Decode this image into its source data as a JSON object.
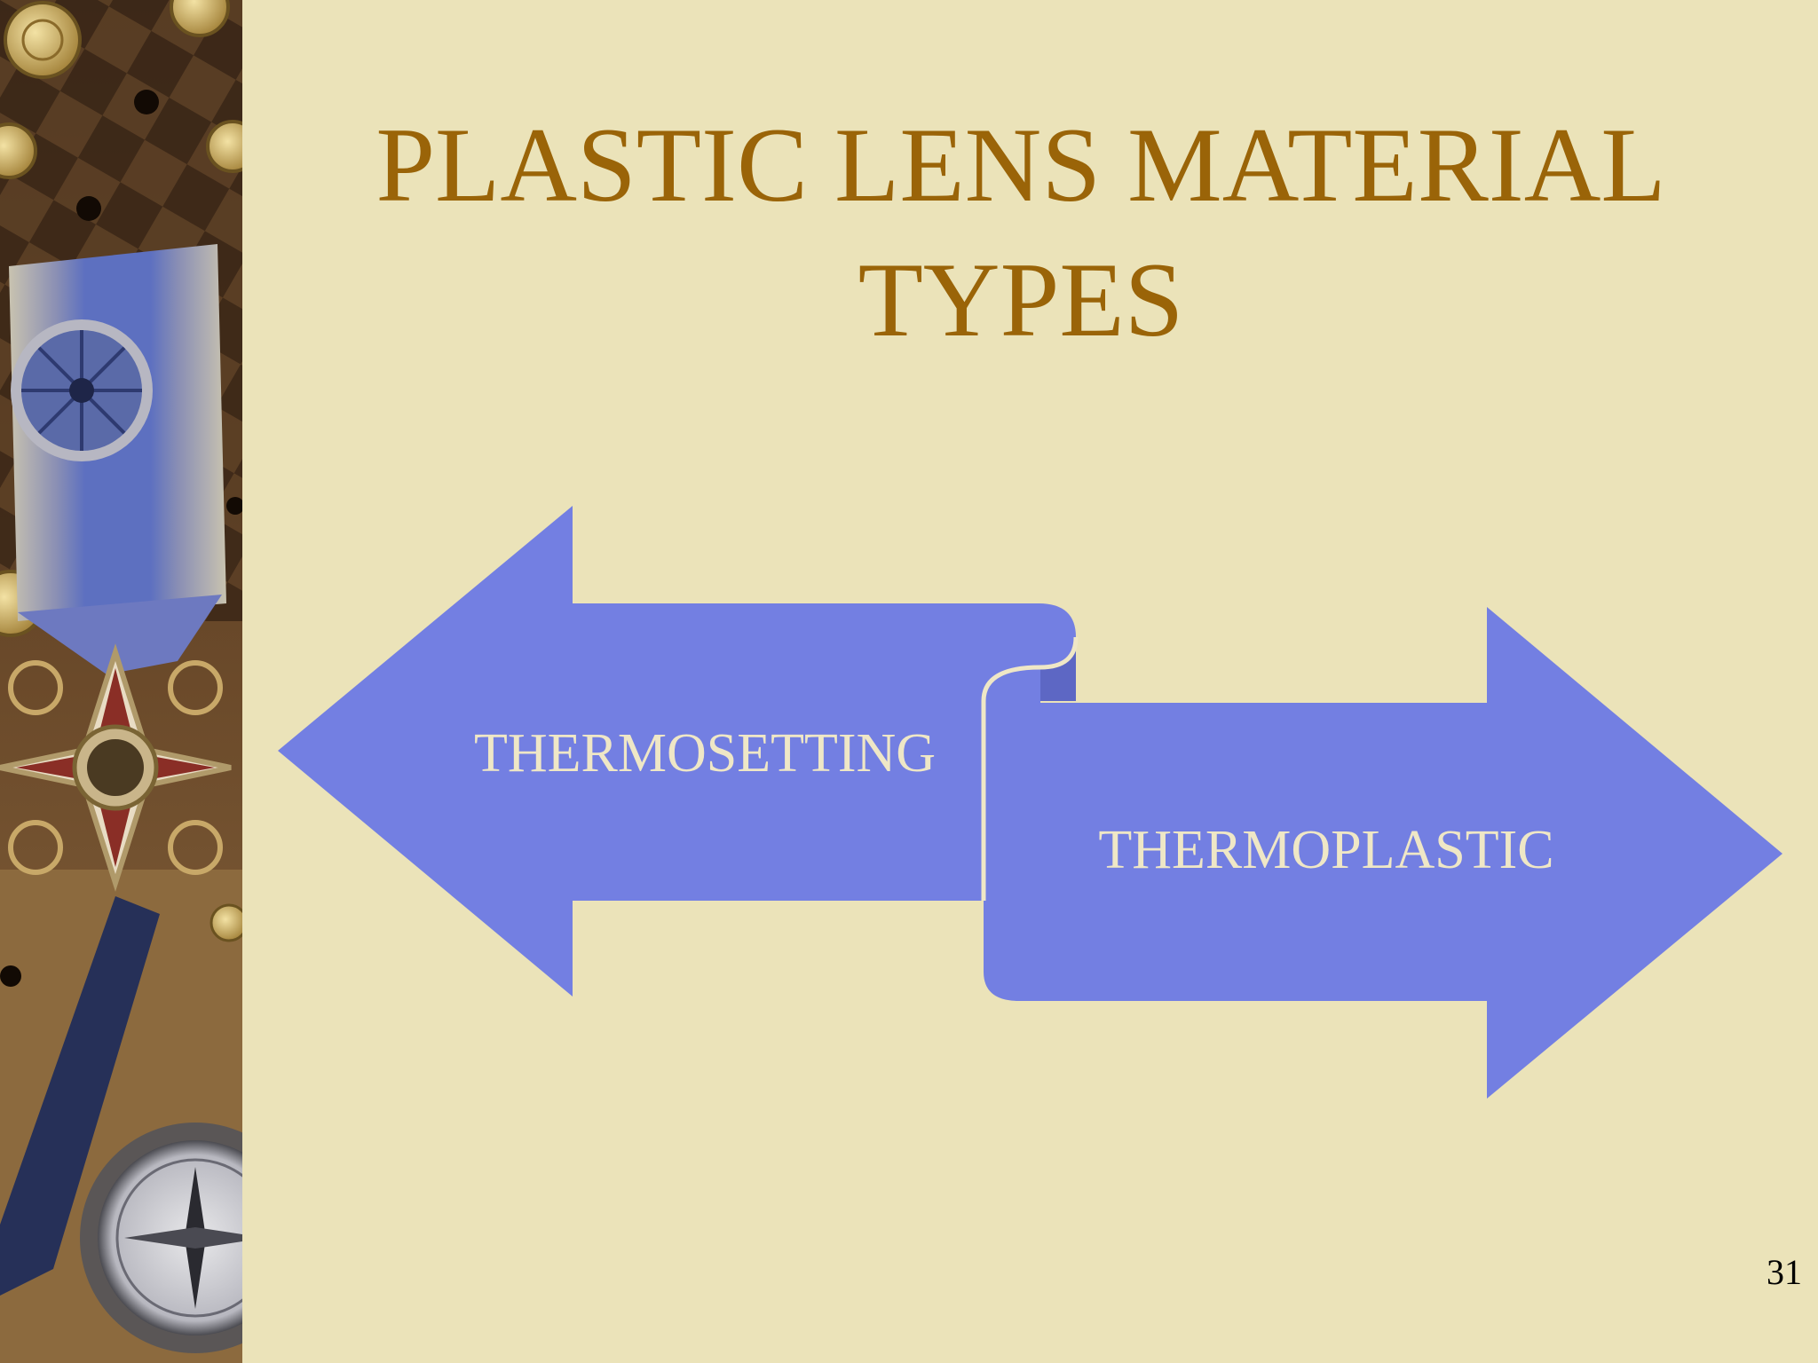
{
  "slide": {
    "title_line1": "PLASTIC LENS MATERIAL",
    "title_line2": "TYPES",
    "left_arrow_label": "THERMOSETTING",
    "right_arrow_label": "THERMOPLASTIC",
    "slide_number": "31"
  },
  "colors": {
    "background": "#ebe3b9",
    "title": "#9a6408",
    "arrow_fill": "#737fe2",
    "arrow_fold": "#5d67c4",
    "arrow_text": "#efe7c6"
  },
  "icons": {
    "side_panel": "medals-compass-photo"
  }
}
